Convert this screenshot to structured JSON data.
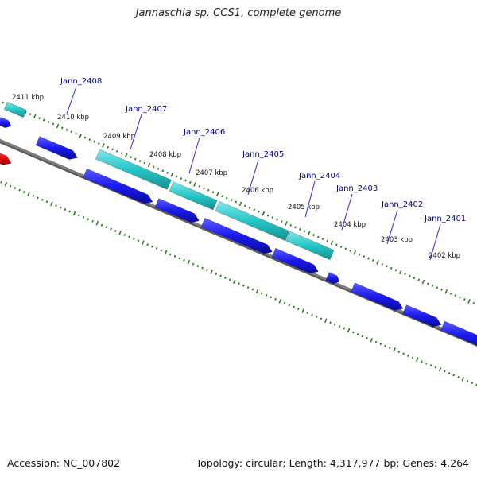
{
  "title": "Jannaschia sp. CCS1, complete genome",
  "footer": {
    "accession": "Accession: NC_007802",
    "topology": "Topology: circular; Length: 4,317,977 bp; Genes: 4,264"
  },
  "colors": {
    "backbone": "#7f7f7f",
    "tick": "#2e7d1e",
    "gene_forward": "#1a1aee",
    "gene_reverse": "#26c6c6",
    "gene_other": "#ee1111",
    "label": "#00008b",
    "leader": "#2a2ad0",
    "kbp_text": "#111111"
  },
  "kbp_marks": [
    {
      "value": 2411,
      "text": "2411 kbp"
    },
    {
      "value": 2410,
      "text": "2410 kbp"
    },
    {
      "value": 2409,
      "text": "2409 kbp"
    },
    {
      "value": 2408,
      "text": "2408 kbp"
    },
    {
      "value": 2407,
      "text": "2407 kbp"
    },
    {
      "value": 2406,
      "text": "2406 kbp"
    },
    {
      "value": 2405,
      "text": "2405 kbp"
    },
    {
      "value": 2404,
      "text": "2404 kbp"
    },
    {
      "value": 2403,
      "text": "2403 kbp"
    },
    {
      "value": 2402,
      "text": "2402 kbp"
    }
  ],
  "gene_labels": [
    {
      "text": "Jann_2408"
    },
    {
      "text": "Jann_2407"
    },
    {
      "text": "Jann_2406"
    },
    {
      "text": "Jann_2405"
    },
    {
      "text": "Jann_2404"
    },
    {
      "text": "Jann_2403"
    },
    {
      "text": "Jann_2402"
    },
    {
      "text": "Jann_2401"
    }
  ]
}
